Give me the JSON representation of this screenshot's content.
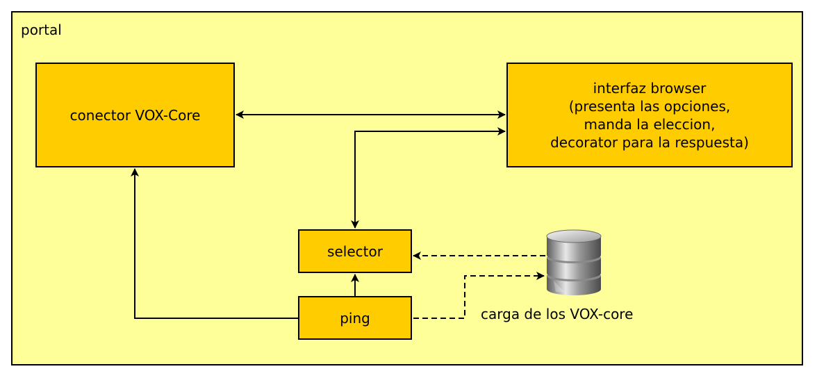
{
  "portal": {
    "label": "portal"
  },
  "nodes": {
    "conector": {
      "label": "conector VOX-Core"
    },
    "interfaz": {
      "lines": [
        "interfaz browser",
        "(presenta las opciones,",
        "manda la eleccion,",
        "decorator para la respuesta)"
      ]
    },
    "selector": {
      "label": "selector"
    },
    "ping": {
      "label": "ping"
    }
  },
  "database": {
    "label": "carga de los VOX-core",
    "icon": "database-icon"
  },
  "colors": {
    "container_fill": "#ffff99",
    "node_fill": "#ffcc00",
    "stroke": "#000000"
  },
  "edges": [
    {
      "from": "conector",
      "to": "interfaz",
      "style": "solid",
      "arrows": "both"
    },
    {
      "from": "selector",
      "to": "interfaz",
      "style": "solid",
      "arrows": "both"
    },
    {
      "from": "ping",
      "to": "conector",
      "style": "solid",
      "arrows": "end"
    },
    {
      "from": "ping",
      "to": "selector",
      "style": "solid",
      "arrows": "end"
    },
    {
      "from": "database",
      "to": "selector",
      "style": "dashed",
      "arrows": "end"
    },
    {
      "from": "ping",
      "to": "database",
      "style": "dashed",
      "arrows": "end"
    }
  ]
}
